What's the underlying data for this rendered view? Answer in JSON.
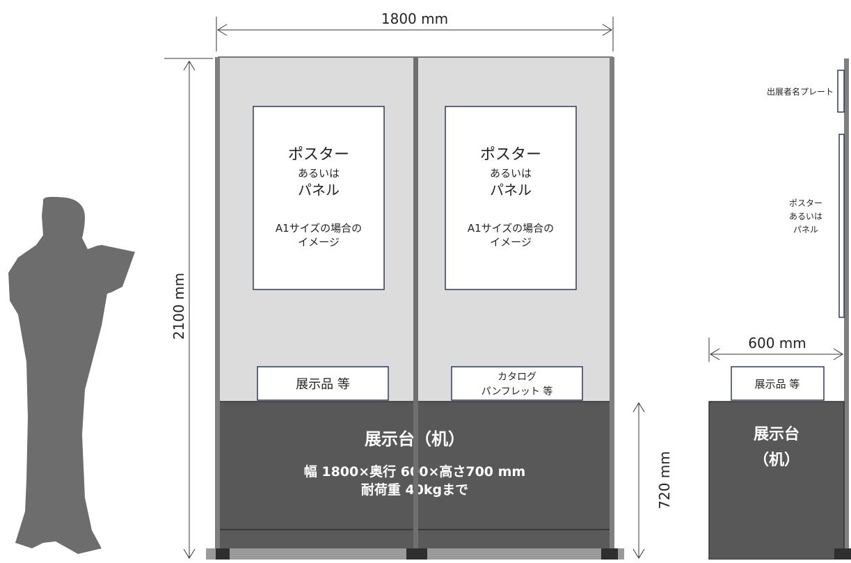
{
  "dimensions": {
    "width": "1800 mm",
    "height": "2100 mm",
    "table_height": "720 mm",
    "side_depth": "600 mm"
  },
  "front": {
    "poster_left": {
      "line1": "ポスター",
      "line2": "あるいは",
      "line3": "パネル",
      "line4": "A1サイズの場合の",
      "line5": "イメージ"
    },
    "poster_right": {
      "line1": "ポスター",
      "line2": "あるいは",
      "line3": "パネル",
      "line4": "A1サイズの場合の",
      "line5": "イメージ"
    },
    "exhibit_label": "展示品 等",
    "catalog_line1": "カタログ",
    "catalog_line2": "パンフレット 等",
    "table_title": "展示台（机）",
    "table_size": "幅 1800×奥行 600×高さ700 mm",
    "table_load": "耐荷重 40kgまで"
  },
  "side": {
    "nameplate": "出展者名プレート",
    "poster_line1": "ポスター",
    "poster_line2": "あるいは",
    "poster_line3": "パネル",
    "exhibit_label": "展示品 等",
    "table_line1": "展示台",
    "table_line2": "（机）"
  },
  "colors": {
    "panel_fill": "#dcdcdc",
    "table_fill": "#585858",
    "post_fill": "#7f7f7f",
    "silhouette": "#6d6d6d",
    "frame_stroke": "#2f3a5a"
  }
}
